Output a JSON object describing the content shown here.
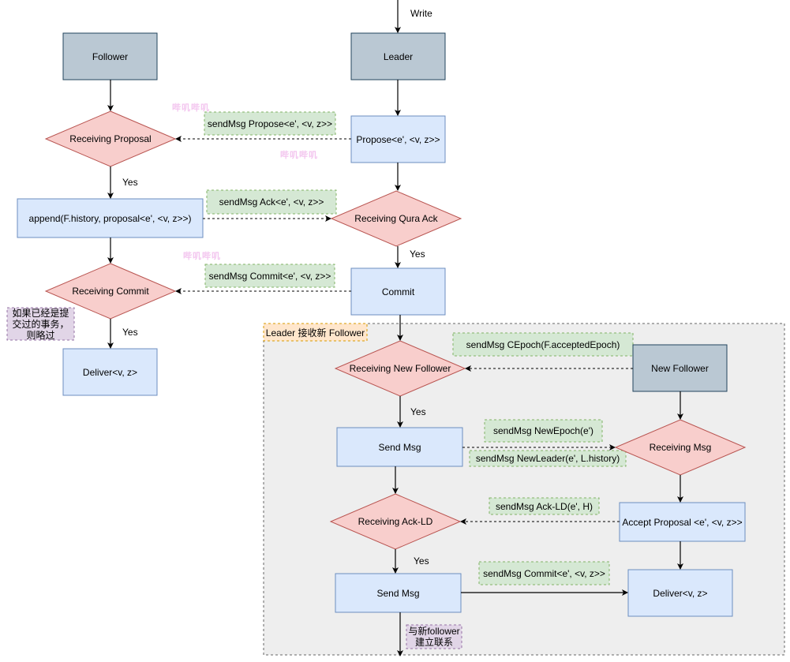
{
  "colors": {
    "leader_box": "#bac8d3",
    "process_box": "#dae8fc",
    "decision": "#f8cecc",
    "message_note": "#d5e8d4",
    "cn_note": "#e1d5e7",
    "group_fill": "#eeeeee",
    "group_label": "#ffe6cc"
  },
  "top_label": "Write",
  "nodes": {
    "follower": "Follower",
    "leader": "Leader",
    "receiving_proposal": "Receiving Proposal",
    "propose": "Propose<e', <v, z>>",
    "append": "append(F.history, proposal<e', <v, z>>)",
    "receiving_qura_ack": "Receiving Qura Ack",
    "receiving_commit": "Receiving Commit",
    "commit": "Commit",
    "deliver_follower": "Deliver<v, z>",
    "receiving_new_follower": "Receiving New Follower",
    "new_follower": "New Follower",
    "send_msg_1": "Send Msg",
    "receiving_msg": "Receiving Msg",
    "receiving_ack_ld": "Receiving Ack-LD",
    "accept_proposal": "Accept Proposal <e', <v, z>>",
    "send_msg_2": "Send Msg",
    "deliver_new": "Deliver<v, z>"
  },
  "messages": {
    "propose": "sendMsg Propose<e', <v, z>>",
    "ack": "sendMsg Ack<e', <v, z>>",
    "commit": "sendMsg Commit<e', <v, z>>",
    "cepoch": "sendMsg CEpoch(F.acceptedEpoch)",
    "new_epoch": "sendMsg NewEpoch(e')",
    "new_leader": "sendMsg NewLeader(e', L.history)",
    "ack_ld": "sendMsg Ack-LD(e', H)",
    "commit2": "sendMsg Commit<e', <v, z>>"
  },
  "edge_labels": {
    "yes": "Yes"
  },
  "notes": {
    "skip_committed": "如果已经是提交过的事务，则略过",
    "connect_follower": "与新follower建立联系"
  },
  "group": {
    "label": "Leader 接收新 Follower"
  },
  "watermarks": [
    "哔叽哔叽",
    "哔叽哔叽",
    "哔叽哔叽"
  ]
}
